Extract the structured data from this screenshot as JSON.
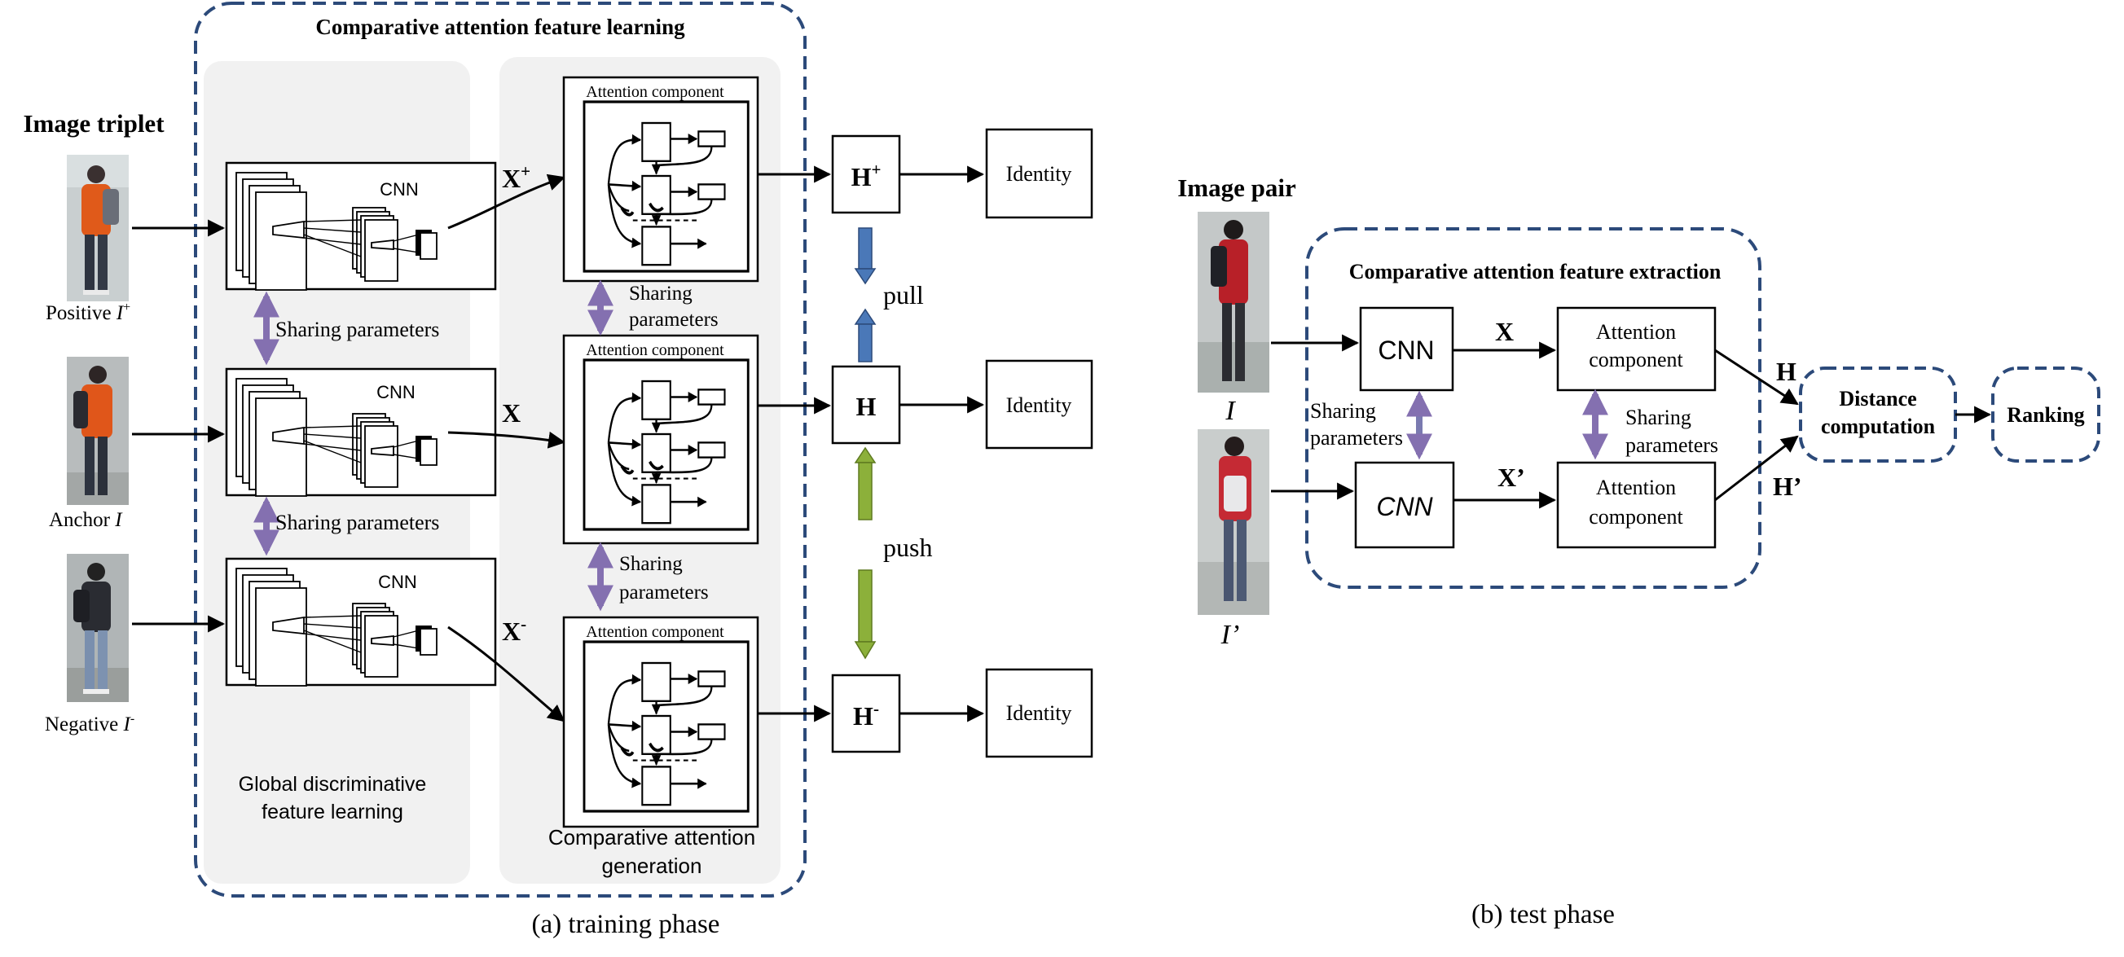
{
  "training": {
    "section_title": "Comparative  attention feature learning",
    "image_triplet_label": "Image triplet",
    "inputs": [
      {
        "label": "Positive ",
        "symbol": "I",
        "sup": "+"
      },
      {
        "label": "Anchor ",
        "symbol": "I",
        "sup": ""
      },
      {
        "label": "Negative ",
        "symbol": "I",
        "sup": "-"
      }
    ],
    "cnn_label": "CNN",
    "sharing_label": "Sharing parameters",
    "sharing_line1": "Sharing",
    "sharing_line2": "parameters",
    "attention_component_label": "Attention component",
    "features": [
      {
        "base": "X",
        "sup": "+"
      },
      {
        "base": "X",
        "sup": ""
      },
      {
        "base": "X",
        "sup": "-"
      }
    ],
    "hidden": [
      {
        "base": "H",
        "sup": "+"
      },
      {
        "base": "H",
        "sup": ""
      },
      {
        "base": "H",
        "sup": "-"
      }
    ],
    "identity_label": "Identity",
    "pull_label": "pull",
    "push_label": "push",
    "panel1_line1": "Global discriminative",
    "panel1_line2": "feature learning",
    "panel2_line1": "Comparative attention",
    "panel2_line2": "generation",
    "caption": "(a) training phase"
  },
  "test": {
    "image_pair_label": "Image pair",
    "section_title": "Comparative  attention feature extraction",
    "cnn_top": "CNN",
    "cnn_bottom": "CNN",
    "x_top": "X",
    "x_bottom": "X’",
    "attention_line1": "Attention",
    "attention_line2": "component",
    "sharing_line1": "Sharing",
    "sharing_line2": "parameters",
    "h_top": "H",
    "h_bottom": "H’",
    "input_top": "I",
    "input_bottom": "I’",
    "distance_line1": "Distance",
    "distance_line2": "computation",
    "ranking_label": "Ranking",
    "caption": "(b) test phase"
  },
  "colors": {
    "dashed_border": "#2c4a7a",
    "panel_fill": "#f1f1f1",
    "sharing_arrow": "#8470b0",
    "pull_arrow": "#4a78b8",
    "push_arrow": "#7a9a2a"
  }
}
